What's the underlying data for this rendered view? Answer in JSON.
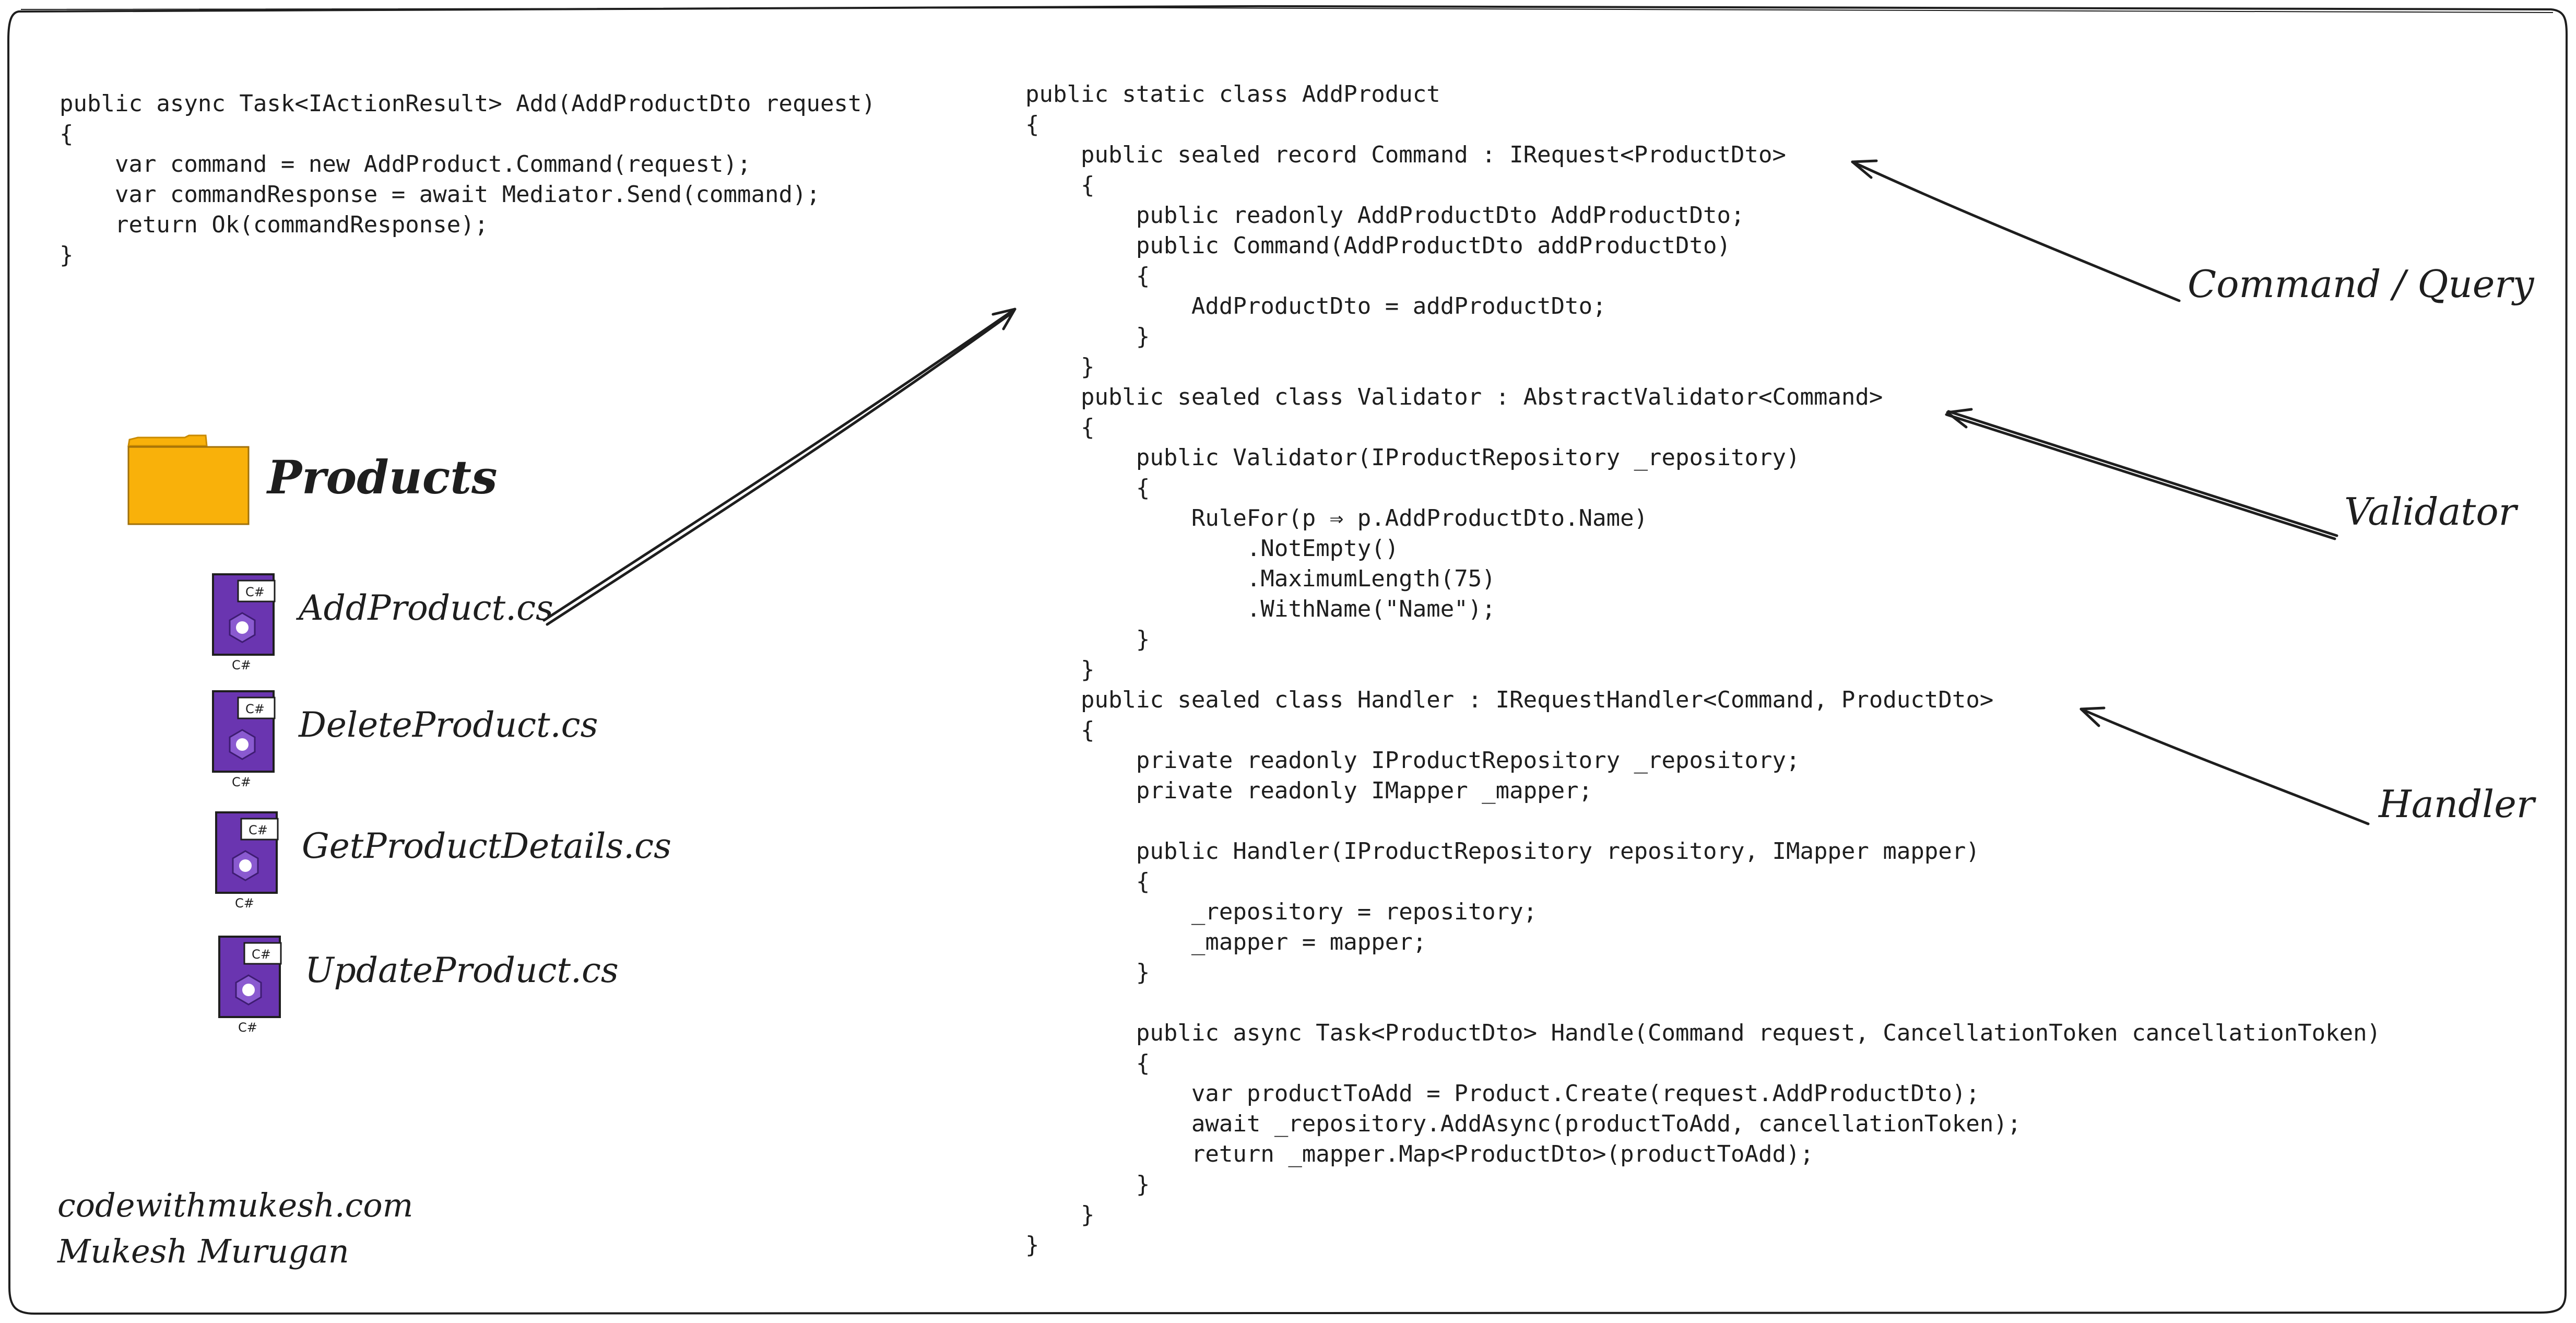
{
  "controller_code": [
    "public async Task<IActionResult> Add(AddProductDto request)",
    "{",
    "    var command = new AddProduct.Command(request);",
    "    var commandResponse = await Mediator.Send(command);",
    "    return Ok(commandResponse);",
    "}"
  ],
  "feature_code": [
    "public static class AddProduct",
    "{",
    "    public sealed record Command : IRequest<ProductDto>",
    "    {",
    "        public readonly AddProductDto AddProductDto;",
    "        public Command(AddProductDto addProductDto)",
    "        {",
    "            AddProductDto = addProductDto;",
    "        }",
    "    }",
    "    public sealed class Validator : AbstractValidator<Command>",
    "    {",
    "        public Validator(IProductRepository _repository)",
    "        {",
    "            RuleFor(p ⇒ p.AddProductDto.Name)",
    "                .NotEmpty()",
    "                .MaximumLength(75)",
    "                .WithName(\"Name\");",
    "        }",
    "    }",
    "    public sealed class Handler : IRequestHandler<Command, ProductDto>",
    "    {",
    "        private readonly IProductRepository _repository;",
    "        private readonly IMapper _mapper;",
    "",
    "        public Handler(IProductRepository repository, IMapper mapper)",
    "        {",
    "            _repository = repository;",
    "            _mapper = mapper;",
    "        }",
    "",
    "        public async Task<ProductDto> Handle(Command request, CancellationToken cancellationToken)",
    "        {",
    "            var productToAdd = Product.Create(request.AddProductDto);",
    "            await _repository.AddAsync(productToAdd, cancellationToken);",
    "            return _mapper.Map<ProductDto>(productToAdd);",
    "        }",
    "    }",
    "}"
  ],
  "folder": {
    "name": "Products",
    "files": [
      {
        "name": "AddProduct.cs",
        "badge": "C#",
        "caption": "C#"
      },
      {
        "name": "DeleteProduct.cs",
        "badge": "C#",
        "caption": "C#"
      },
      {
        "name": "GetProductDetails.cs",
        "badge": "C#",
        "caption": "C#"
      },
      {
        "name": "UpdateProduct.cs",
        "badge": "C#",
        "caption": "C#"
      }
    ]
  },
  "annotations": {
    "command_query": "Command / Query",
    "validator": "Validator",
    "handler": "Handler"
  },
  "credits": {
    "site": "codewithmukesh.com",
    "author": "Mukesh Murugan"
  },
  "colors": {
    "folder": "#f9b10a",
    "folder_stroke": "#c98a00",
    "cs_file": "#6a35b0",
    "cs_file_dark": "#3e1c72",
    "ink": "#1e1e1e"
  },
  "icons": {
    "folder": "folder-icon",
    "csharp_file": "csharp-file-icon"
  }
}
